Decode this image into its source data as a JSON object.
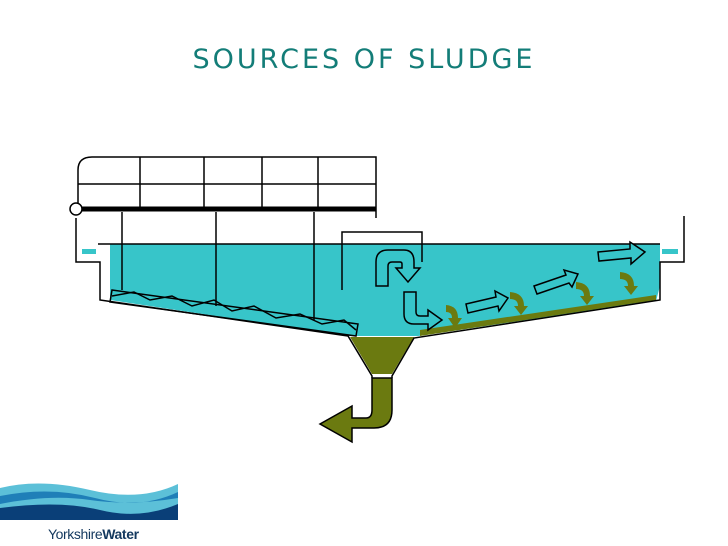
{
  "slide": {
    "title": "SOURCES OF SLUDGE"
  },
  "logo": {
    "part1": "Yorkshire",
    "part2": "Water"
  },
  "colors": {
    "title": "#137d78",
    "water": "#37c5c9",
    "sludge": "#6b7a10",
    "outline": "#000000",
    "logo_navy": "#13385e"
  },
  "icons": [
    "arrow-right-icon",
    "arrow-down-curved-icon",
    "arrow-uturn-icon"
  ]
}
